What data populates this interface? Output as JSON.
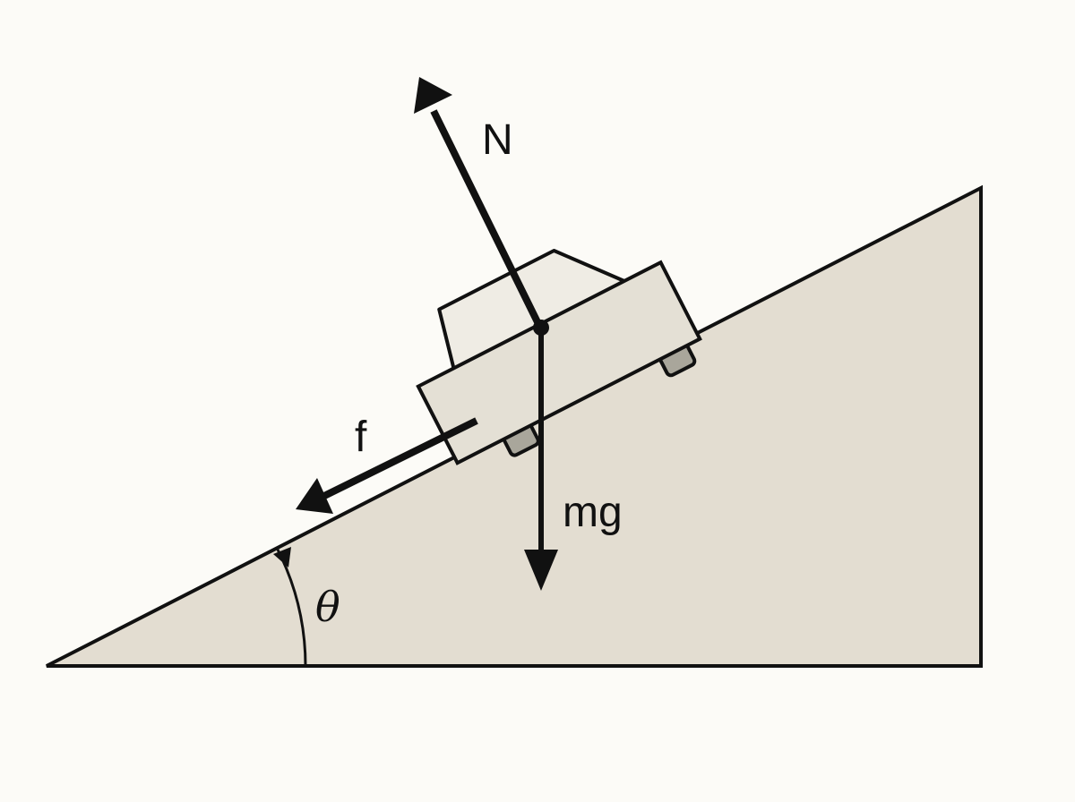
{
  "colors": {
    "background": "#fcfbf7",
    "ramp_fill": "#e3ddd1",
    "car_body": "#e4e0d5",
    "car_cabin": "#efece4",
    "wheel": "#a9a69b",
    "ink": "#111111"
  },
  "labels": {
    "normal_force": "N",
    "friction": "f",
    "weight": "mg",
    "angle": "θ"
  }
}
